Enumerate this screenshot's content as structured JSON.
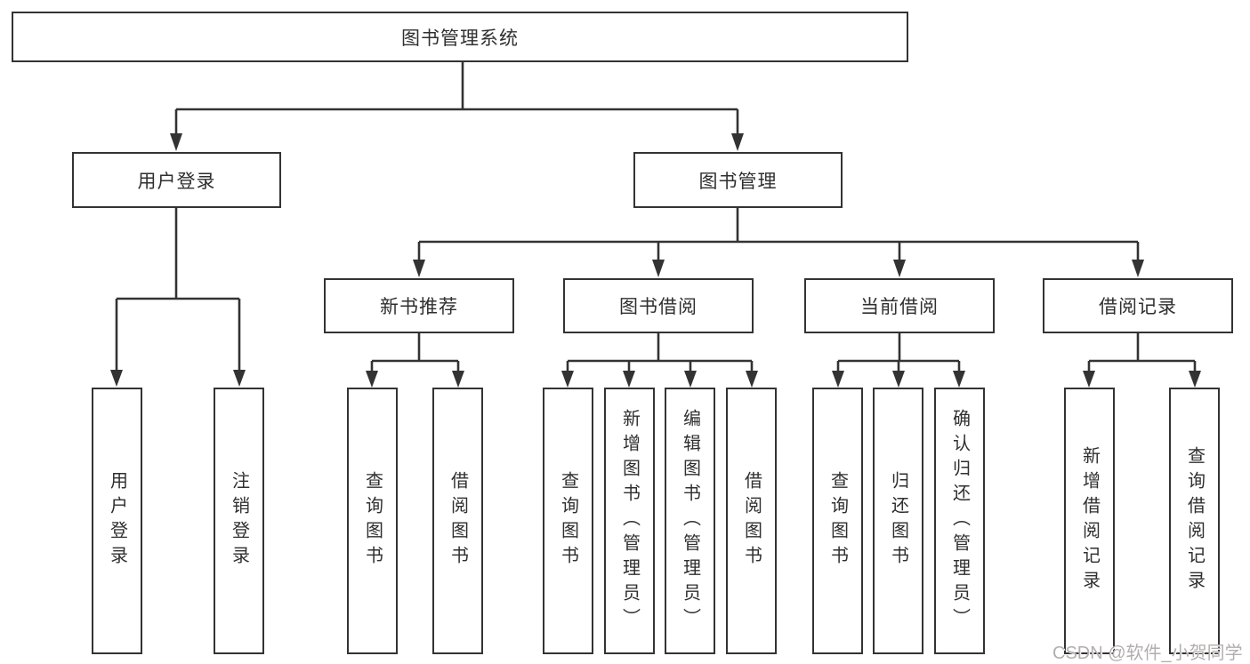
{
  "diagram_title": "图书管理系统",
  "nodes": {
    "root": {
      "label": "图书管理系统"
    },
    "level2": [
      {
        "label": "用户登录"
      },
      {
        "label": "图书管理"
      }
    ],
    "level3": [
      {
        "label": "新书推荐",
        "parent": "图书管理"
      },
      {
        "label": "图书借阅",
        "parent": "图书管理"
      },
      {
        "label": "当前借阅",
        "parent": "图书管理"
      },
      {
        "label": "借阅记录",
        "parent": "图书管理"
      }
    ],
    "leaves": [
      {
        "label": "用户登录",
        "parent": "用户登录"
      },
      {
        "label": "注销登录",
        "parent": "用户登录"
      },
      {
        "label": "查询图书",
        "parent": "新书推荐"
      },
      {
        "label": "借阅图书",
        "parent": "新书推荐"
      },
      {
        "label": "查询图书",
        "parent": "图书借阅"
      },
      {
        "label": "新增图书（管理员）",
        "parent": "图书借阅"
      },
      {
        "label": "编辑图书（管理员）",
        "parent": "图书借阅"
      },
      {
        "label": "借阅图书",
        "parent": "图书借阅"
      },
      {
        "label": "查询图书",
        "parent": "当前借阅"
      },
      {
        "label": "归还图书",
        "parent": "当前借阅"
      },
      {
        "label": "确认归还（管理员）",
        "parent": "当前借阅"
      },
      {
        "label": "新增借阅记录",
        "parent": "借阅记录"
      },
      {
        "label": "查询借阅记录",
        "parent": "借阅记录"
      }
    ]
  },
  "watermark": {
    "text": "CSDN @软件_小贺同学"
  },
  "colors": {
    "line": "#333333",
    "text": "#2f2f2f",
    "background": "#ffffff",
    "watermark": "#b3aeae"
  }
}
